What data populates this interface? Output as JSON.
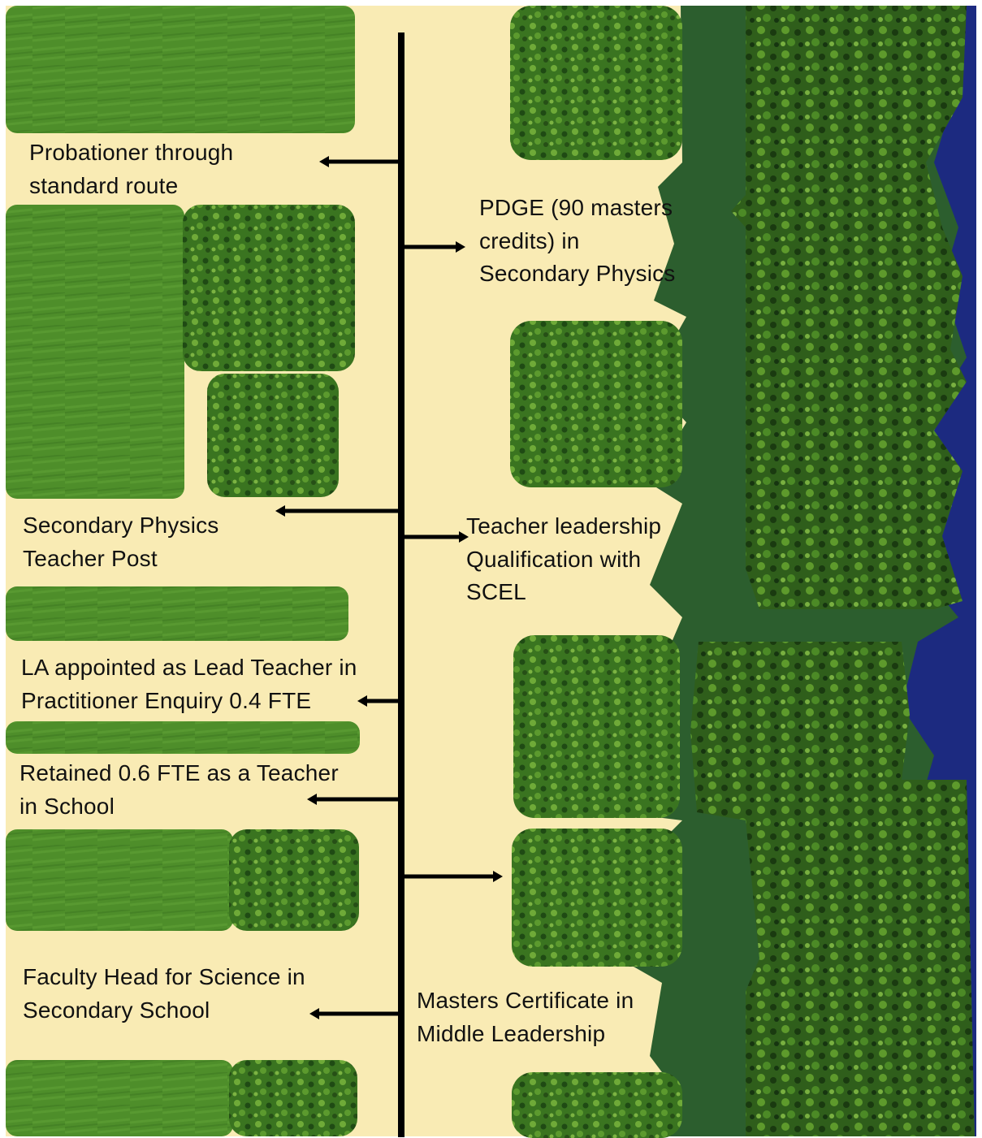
{
  "colors": {
    "background": "#F9EBB4",
    "grass": "#4A8A28",
    "grass_dark": "#2F6A1E",
    "trees": "#3F7A22",
    "river_bank": "#2C5E2E",
    "water": "#1C2A80",
    "line": "#000000"
  },
  "left_events": [
    {
      "text": "Probationer through\nstandard route"
    },
    {
      "text": "Secondary Physics\nTeacher Post"
    },
    {
      "text": "LA appointed as Lead Teacher in\nPractitioner Enquiry 0.4 FTE"
    },
    {
      "text": "Retained 0.6 FTE as a Teacher\nin School"
    },
    {
      "text": "Faculty Head for Science in\nSecondary School"
    }
  ],
  "right_events": [
    {
      "text": "PDGE (90 masters\ncredits) in\nSecondary Physics"
    },
    {
      "text": "Teacher leadership\nQualification with\nSCEL"
    },
    {
      "text": ""
    },
    {
      "text": "Masters Certificate in\nMiddle Leadership"
    }
  ]
}
